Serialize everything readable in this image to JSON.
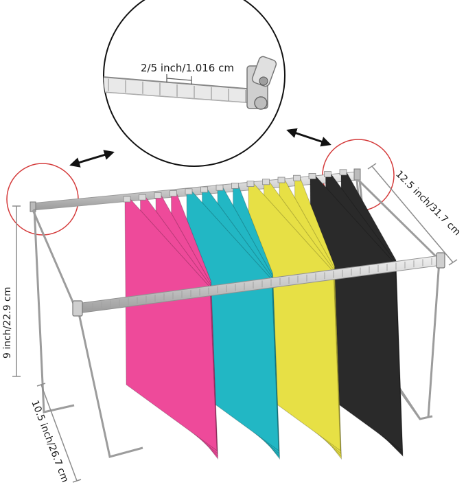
{
  "dimensions": {
    "detail_spacing": "2/5 inch/1.016 cm",
    "depth": "12.5 inch/31.7 cm",
    "height": "9 inch/22.9 cm",
    "width": "10.5 inch/26.7 cm"
  },
  "colors": {
    "background": "#ffffff",
    "frame": "#c8c8c8",
    "frame_dark": "#8d8d8d",
    "highlight_circle": "#d43a3a",
    "folder_pink": "#ee4a9a",
    "folder_teal": "#22b7c4",
    "folder_yellow": "#e7e045",
    "folder_black": "#2a2a2a",
    "measure_line": "#8c8c8c",
    "arrow": "#111111"
  },
  "folders": [
    {
      "color": "pink",
      "count": 4
    },
    {
      "color": "teal",
      "count": 4
    },
    {
      "color": "yellow",
      "count": 4
    },
    {
      "color": "black",
      "count": 3
    }
  ]
}
